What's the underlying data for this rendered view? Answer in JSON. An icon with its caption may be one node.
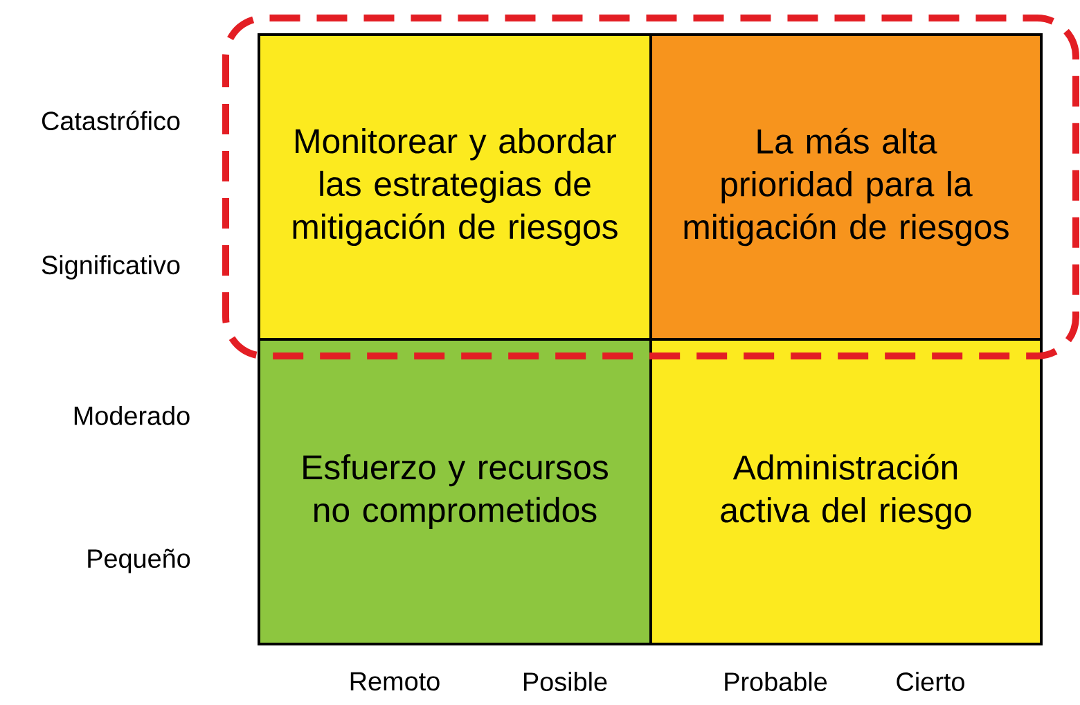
{
  "diagram": {
    "nodes": [
      {
        "text": [
          "Monitorear y abordar las estrategias de mitigación de riesgos"
        ]
      },
      {
        "text": [
          "La más alta prioridad para la mitigación de riesgos"
        ]
      },
      {
        "text": [
          "Esfuerzo y recursos no comprometidos"
        ]
      },
      {
        "text": [
          "Administración activa del riesgo"
        ]
      }
    ],
    "labels": [
      "Catastrófico",
      "Significativo",
      "Moderado",
      "Pequeño",
      "Remoto",
      "Posible",
      "Probable",
      "Cierto"
    ]
  }
}
